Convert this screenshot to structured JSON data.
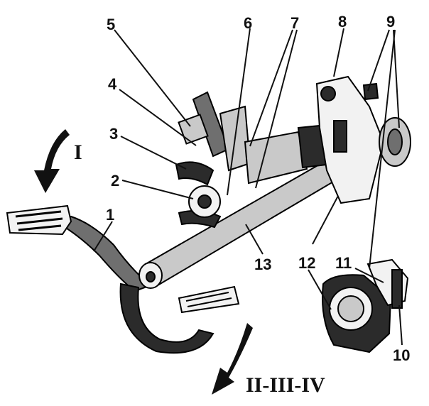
{
  "callouts": [
    {
      "id": "1",
      "text": "1"
    },
    {
      "id": "2",
      "text": "2"
    },
    {
      "id": "3",
      "text": "3"
    },
    {
      "id": "4",
      "text": "4"
    },
    {
      "id": "5",
      "text": "5"
    },
    {
      "id": "6",
      "text": "6"
    },
    {
      "id": "7",
      "text": "7"
    },
    {
      "id": "8",
      "text": "8"
    },
    {
      "id": "9",
      "text": "9"
    },
    {
      "id": "10",
      "text": "10"
    },
    {
      "id": "11",
      "text": "11"
    },
    {
      "id": "12",
      "text": "12"
    },
    {
      "id": "13",
      "text": "13"
    }
  ],
  "positions": {
    "position_1": "I",
    "position_2": "II-III-IV"
  }
}
